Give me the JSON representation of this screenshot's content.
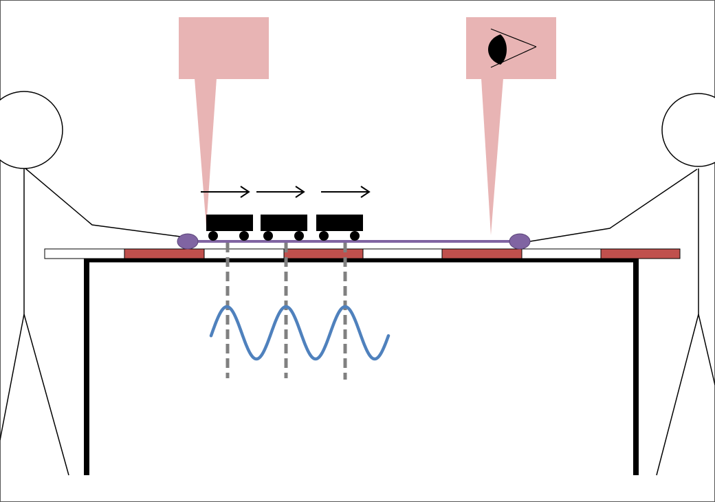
{
  "colors": {
    "frame": "#555555",
    "figure_stroke": "#000000",
    "callout": "#e8b4b4",
    "strip_red": "#c0504d",
    "strip_white": "#ffffff",
    "rope": "#8064a2",
    "hand": "#8064a2",
    "cart": "#000000",
    "wave": "#4f81bd",
    "dashed": "#808080",
    "table": "#000000"
  },
  "icons": {
    "right_callout": "eye-icon",
    "motion": "right-arrow-icon"
  },
  "elements": {
    "people": 2,
    "carts": 3,
    "arrows": 3,
    "callouts": 2,
    "strip_segments": [
      "white",
      "red",
      "white",
      "red",
      "white",
      "red",
      "white",
      "red"
    ]
  }
}
